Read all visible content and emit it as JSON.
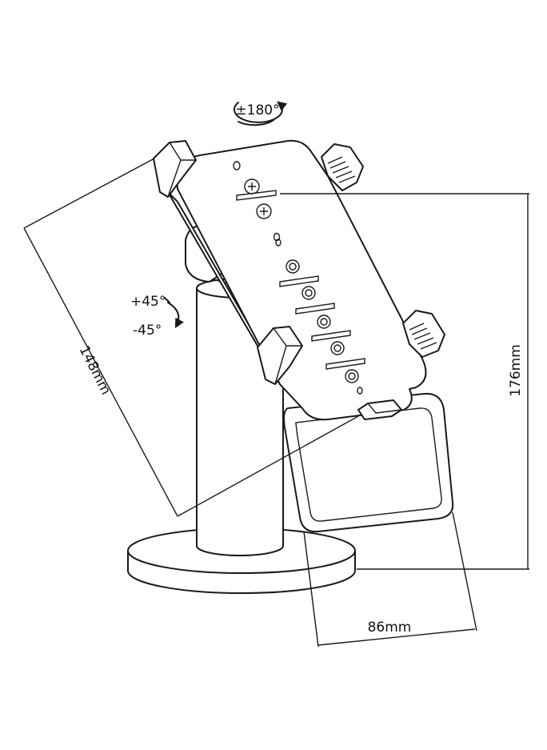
{
  "labels": {
    "rotation": "±180°",
    "tilt_up": "+45°",
    "tilt_down": "-45°",
    "dim_length": "148mm",
    "dim_height": "176mm",
    "dim_width": "86mm"
  },
  "colors": {
    "line": "#1a1a1a",
    "background": "#ffffff"
  }
}
